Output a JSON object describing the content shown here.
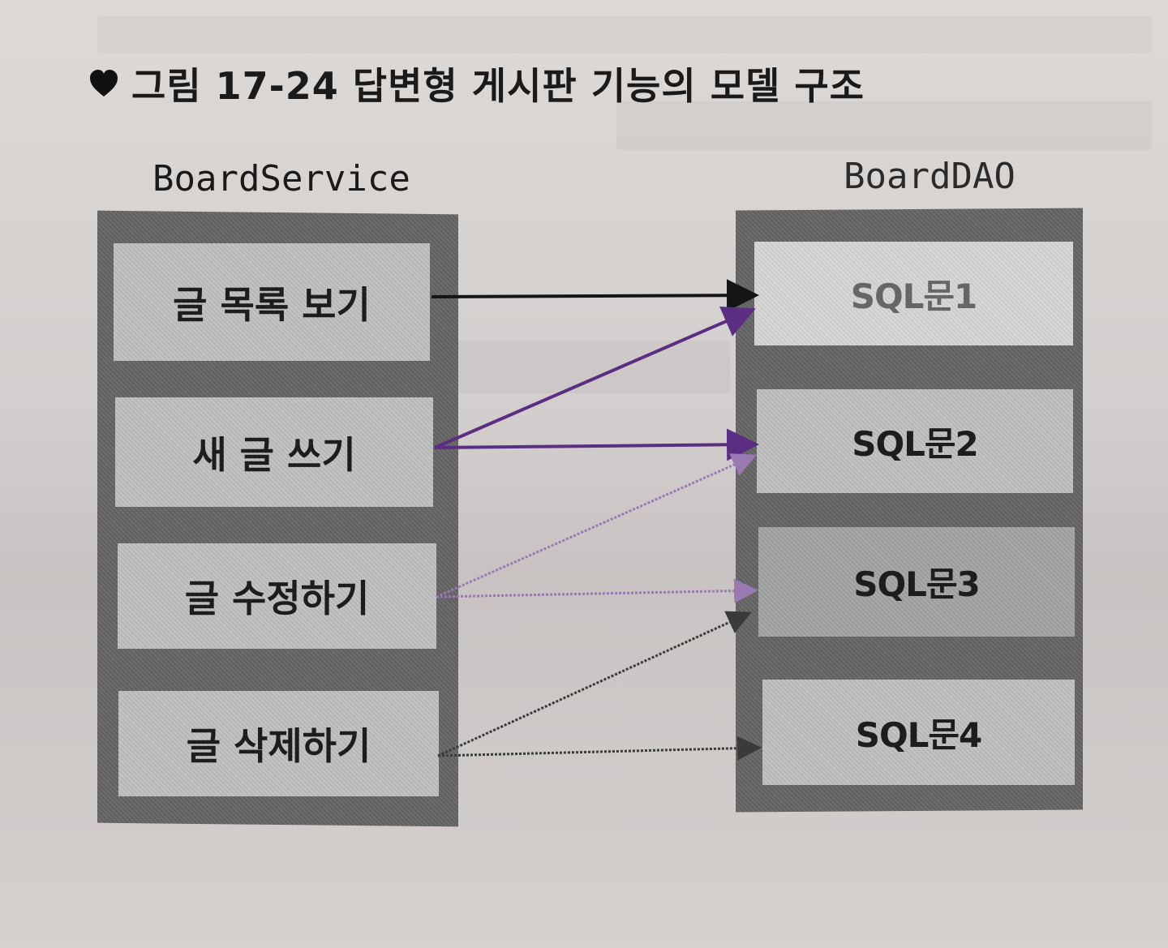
{
  "figure": {
    "title": "그림 17-24  답변형 게시판 기능의 모델 구조"
  },
  "service": {
    "title": "BoardService",
    "items": [
      "글 목록 보기",
      "새 글 쓰기",
      "글 수정하기",
      "글 삭제하기"
    ]
  },
  "dao": {
    "title": "BoardDAO",
    "items": [
      "SQL문1",
      "SQL문2",
      "SQL문3",
      "SQL문4"
    ]
  },
  "connections": [
    {
      "from": 0,
      "to": 0,
      "color": "#151515",
      "style": "solid"
    },
    {
      "from": 1,
      "to": 0,
      "color": "#5b2e84",
      "style": "solid"
    },
    {
      "from": 1,
      "to": 1,
      "color": "#5b2e84",
      "style": "solid"
    },
    {
      "from": 2,
      "to": 1,
      "color": "#9a79b3",
      "style": "dotted"
    },
    {
      "from": 2,
      "to": 2,
      "color": "#9a79b3",
      "style": "dotted"
    },
    {
      "from": 3,
      "to": 2,
      "color": "#3a3a3a",
      "style": "dotted"
    },
    {
      "from": 3,
      "to": 3,
      "color": "#3a3a3a",
      "style": "dotted"
    }
  ],
  "colors": {
    "background": "#d6d2d0",
    "panel": "#666666",
    "box": "#bdbdbd",
    "arrow_dark": "#151515",
    "arrow_purple": "#5b2e84",
    "arrow_light_purple": "#9a79b3"
  },
  "icons": [
    "heart-icon"
  ]
}
